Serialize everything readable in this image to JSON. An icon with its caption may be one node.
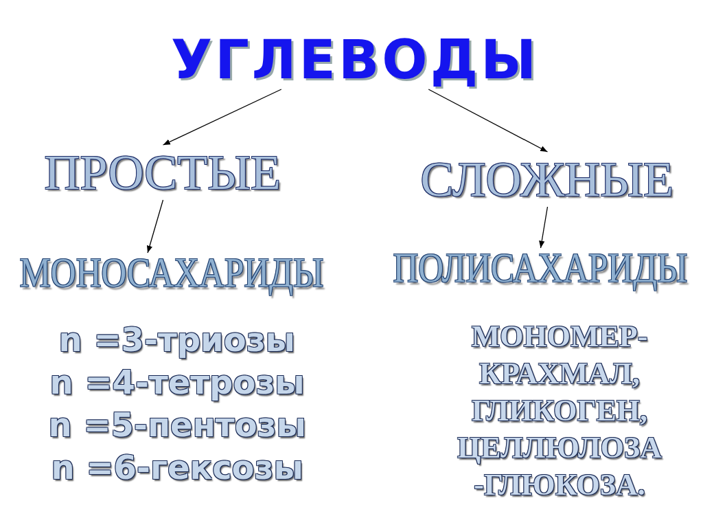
{
  "diagram": {
    "nodes": [
      {
        "text": [
          "УГЛЕВОДЫ"
        ]
      },
      {
        "text": [
          "ПРОСТЫЕ"
        ]
      },
      {
        "text": [
          "СЛОЖНЫЕ"
        ]
      },
      {
        "text": [
          "МОНОСАХАРИДЫ"
        ]
      },
      {
        "text": [
          "ПОЛИСАХАРИДЫ"
        ]
      }
    ],
    "edges": [
      {
        "from": 0,
        "to": 1,
        "arrow": "to"
      },
      {
        "from": 0,
        "to": 2,
        "arrow": "to"
      },
      {
        "from": 1,
        "to": 3,
        "arrow": "to"
      },
      {
        "from": 2,
        "to": 4,
        "arrow": "to"
      }
    ],
    "labels": [
      "n =3-триозы",
      "n =4-тетрозы",
      "n =5-пентозы",
      "n =6-гексозы",
      "МОНОМЕР-",
      "КРАХМАЛ,",
      "ГЛИКОГЕН,",
      "ЦЕЛЛЮЛОЗА",
      "-ГЛЮКОЗА."
    ]
  }
}
